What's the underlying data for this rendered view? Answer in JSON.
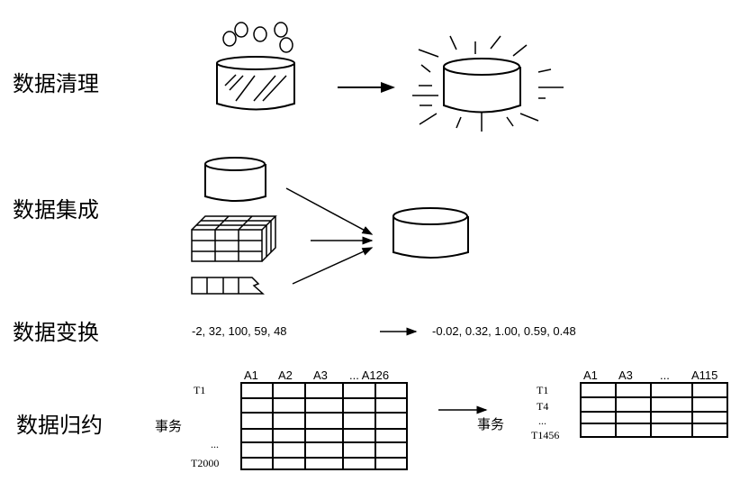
{
  "sections": {
    "cleaning": {
      "label": "数据清理"
    },
    "integration": {
      "label": "数据集成"
    },
    "transformation": {
      "label": "数据变换",
      "input": "-2, 32, 100, 59, 48",
      "output": "-0.02, 0.32, 1.00, 0.59, 0.48"
    },
    "reduction": {
      "label": "数据归约",
      "left_table": {
        "headers": [
          "A1",
          "A2",
          "A3",
          "... A126"
        ],
        "rows": [
          "T1",
          "...",
          "T2000"
        ],
        "axis_label": "事务"
      },
      "right_table": {
        "headers": [
          "A1",
          "A3",
          "...",
          "A115"
        ],
        "rows": [
          "T1",
          "T4",
          "...",
          "T1456"
        ],
        "axis_label": "事务"
      }
    }
  }
}
